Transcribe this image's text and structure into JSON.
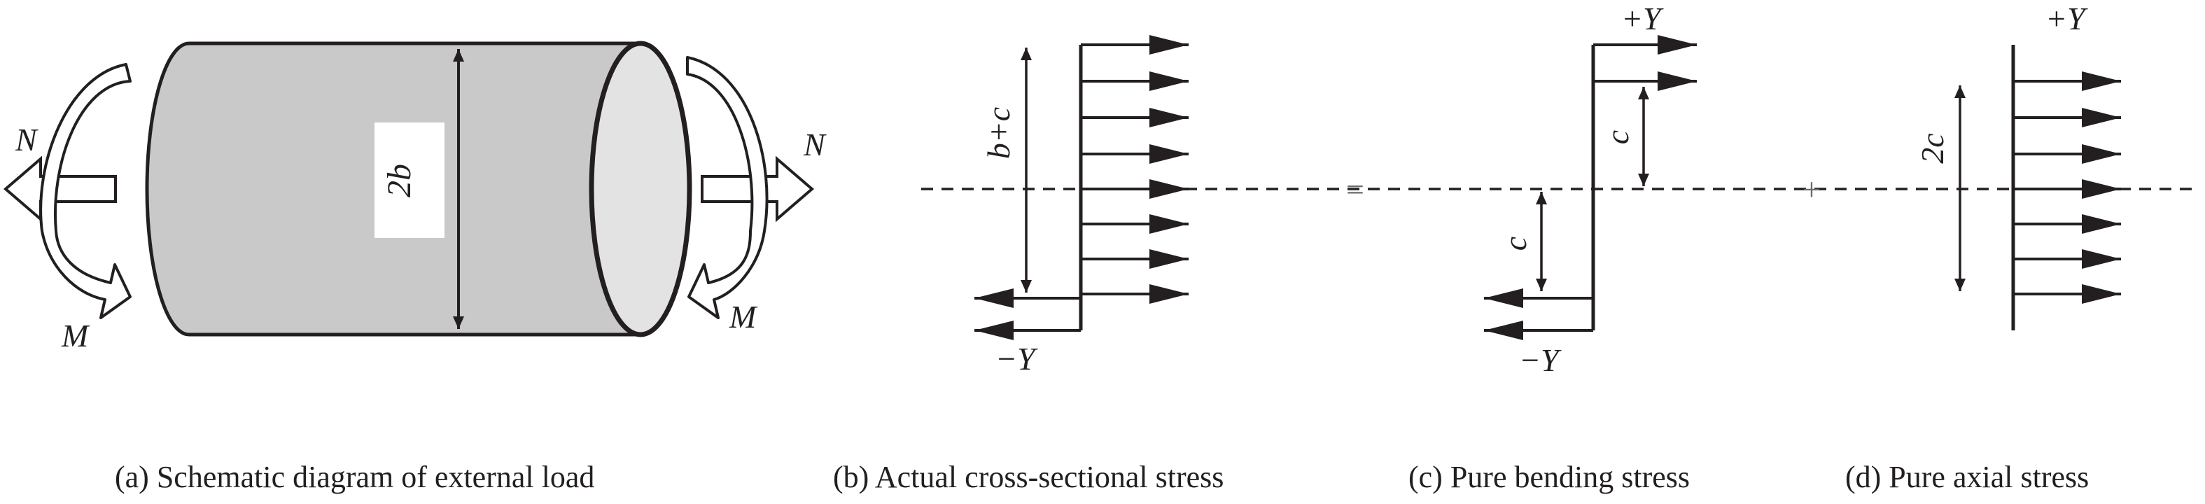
{
  "panels": {
    "a": {
      "caption": "(a) Schematic diagram of external load",
      "label_diameter": "2b",
      "label_axial_force_left": "N",
      "label_axial_force_right": "N",
      "label_moment_left": "M",
      "label_moment_right": "M"
    },
    "b": {
      "caption": "(b) Actual cross-sectional stress",
      "label_height": "b+c",
      "label_neg_stress": "−Y"
    },
    "c": {
      "caption": "(c) Pure bending stress",
      "label_pos_stress": "+Y",
      "label_neg_stress": "−Y",
      "label_upper_depth": "c",
      "label_lower_depth": "c"
    },
    "d": {
      "caption": "(d) Pure axial stress",
      "label_pos_stress": "+Y",
      "label_height": "2c"
    }
  },
  "operators": {
    "equals": "=",
    "plus": "+"
  },
  "colors": {
    "stroke": "#231f20",
    "cylinder_body": "#c9c9c9",
    "cylinder_end": "#e3e3e3",
    "label_box": "#ffffff",
    "dashed_axis": "#231f20",
    "operator": "#6b6b6b"
  }
}
